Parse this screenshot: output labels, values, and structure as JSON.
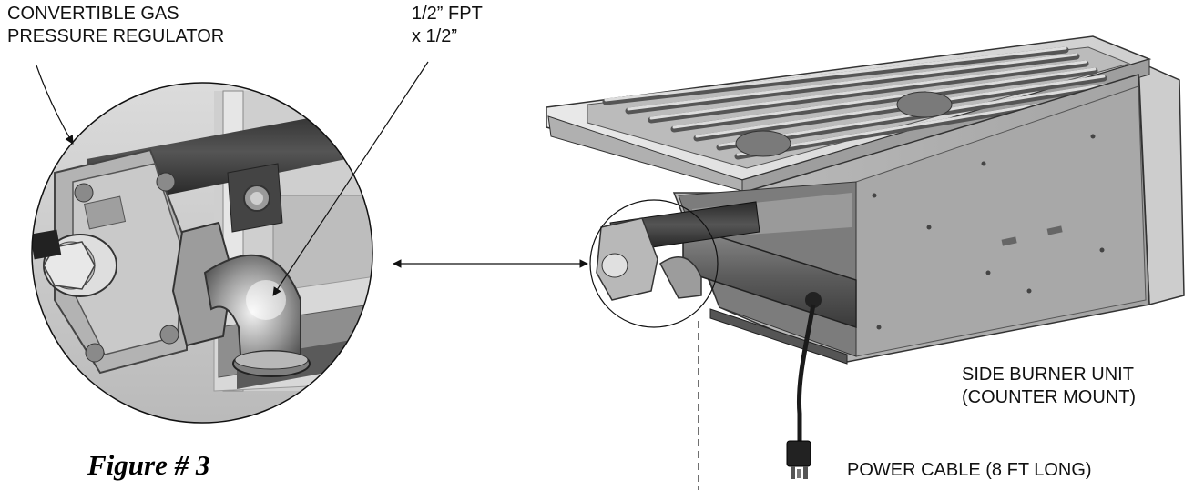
{
  "figure": {
    "title": "Figure # 3"
  },
  "callouts": {
    "regulator": {
      "line1": "CONVERTIBLE GAS",
      "line2": "PRESSURE REGULATOR"
    },
    "fitting": {
      "line1": "1/2” FPT",
      "line2": "x 1/2”"
    },
    "unit": {
      "line1": "SIDE BURNER UNIT",
      "line2": "(COUNTER MOUNT)"
    },
    "power": {
      "line1": "POWER CABLE (8 FT LONG)"
    }
  },
  "icons": [
    "side-burner-unit-drawing",
    "regulator-detail-drawing",
    "plug-icon",
    "arrow-icon"
  ],
  "colors": {
    "ink": "#111111",
    "metal_light": "#d4d4d4",
    "metal_dark": "#6a6a6a"
  }
}
